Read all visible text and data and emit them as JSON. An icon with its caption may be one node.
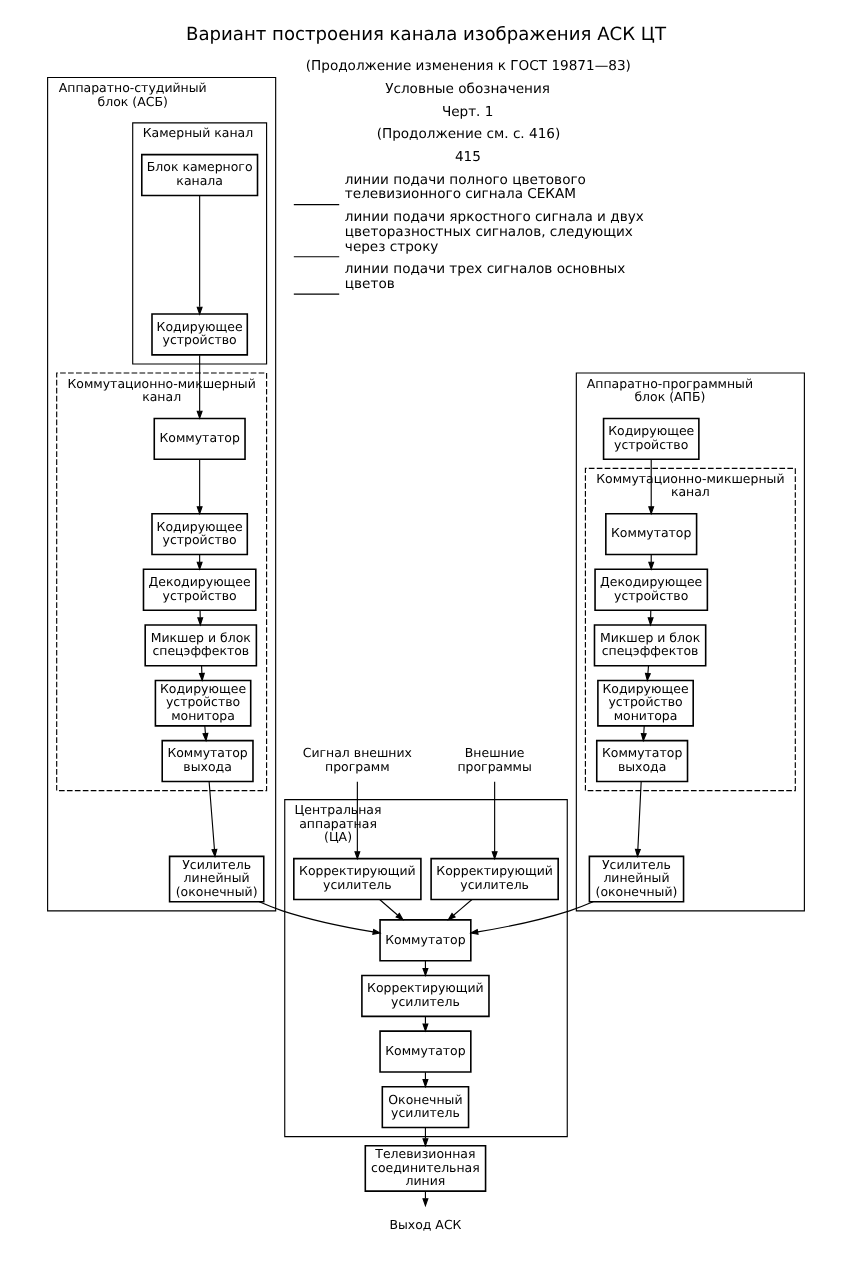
{
  "diagram": {
    "title": "Вариант построения канала изображения АСК ЦТ",
    "nodes": [
      {
        "text": [
          "Аппаратно-студийный блок (АСБ)"
        ]
      },
      {
        "text": [
          "Камерный канал"
        ],
        "in": 0
      },
      {
        "text": [
          "Блок камерного канала"
        ],
        "in": 1
      },
      {
        "text": [
          "Кодирующее устройство"
        ],
        "in": 1
      },
      {
        "text": [
          "Коммутационно-микшерный канал"
        ],
        "in": 0
      },
      {
        "text": [
          "Коммутатор"
        ],
        "in": 4
      },
      {
        "text": [
          "Кодирующее устройство"
        ],
        "in": 4
      },
      {
        "text": [
          "Декодирующее устройство"
        ],
        "in": 4
      },
      {
        "text": [
          "Микшер и блок спецэффектов"
        ],
        "in": 4
      },
      {
        "text": [
          "Кодирующее устройство монитора"
        ],
        "in": 4
      },
      {
        "text": [
          "Коммутатор выхода"
        ],
        "in": 4
      },
      {
        "text": [
          "Усилитель линейный (оконечный)"
        ],
        "in": 0
      },
      {
        "text": [
          "Центральная аппаратная (ЦА)"
        ]
      },
      {
        "text": [
          "Коммутатор"
        ],
        "in": 12
      },
      {
        "text": [
          "Корректирующий усилитель"
        ],
        "in": 12
      },
      {
        "text": [
          "Оконечный усилитель"
        ],
        "in": 12
      },
      {
        "text": [
          "Коммутатор"
        ],
        "in": 12
      },
      {
        "text": [
          "Корректирующий усилитель"
        ],
        "in": 12
      },
      {
        "text": [
          "Корректирующий усилитель"
        ],
        "in": 12
      },
      {
        "text": [
          "Телевизионная соединительная линия"
        ]
      },
      {
        "text": [
          "Выход АСК"
        ]
      },
      {
        "text": [
          "Сигнал внешних программ"
        ]
      },
      {
        "text": [
          "Внешние программы"
        ]
      },
      {
        "text": [
          "Аппаратно-программный блок (АПБ)"
        ]
      },
      {
        "text": [
          "Коммутационно-микшерный канал"
        ],
        "in": 23
      },
      {
        "text": [
          "Коммутатор"
        ],
        "in": 24
      },
      {
        "text": [
          "Декодирующее устройство"
        ],
        "in": 24
      },
      {
        "text": [
          "Микшер и блок спецэффектов"
        ],
        "in": 24
      },
      {
        "text": [
          "Кодирующее устройство монитора"
        ],
        "in": 24
      },
      {
        "text": [
          "Коммутатор выхода"
        ],
        "in": 24
      },
      {
        "text": [
          "Усилитель линейный (оконечный)"
        ],
        "in": 23
      },
      {
        "text": [
          "Кодирующее устройство"
        ],
        "in": 23
      }
    ],
    "edges": [
      {
        "from": 2,
        "to": 3,
        "arrow": "to"
      },
      {
        "from": 3,
        "to": 5,
        "arrow": "to"
      },
      {
        "from": 5,
        "to": 6,
        "arrow": "to"
      },
      {
        "from": 6,
        "to": 7,
        "arrow": "to"
      },
      {
        "from": 7,
        "to": 8,
        "arrow": "to"
      },
      {
        "from": 8,
        "to": 9,
        "arrow": "to"
      },
      {
        "from": 9,
        "to": 10,
        "arrow": "to"
      },
      {
        "from": 10,
        "to": 11,
        "arrow": "to"
      },
      {
        "from": 11,
        "to": 16,
        "arrow": "to"
      },
      {
        "from": 21,
        "to": 17,
        "arrow": "to"
      },
      {
        "from": 22,
        "to": 18,
        "arrow": "to"
      },
      {
        "from": 17,
        "to": 16,
        "arrow": "to"
      },
      {
        "from": 18,
        "to": 16,
        "arrow": "to"
      },
      {
        "from": 16,
        "to": 14,
        "arrow": "to"
      },
      {
        "from": 14,
        "to": 13,
        "arrow": "to"
      },
      {
        "from": 13,
        "to": 15,
        "arrow": "to"
      },
      {
        "from": 15,
        "to": 19,
        "arrow": "to"
      },
      {
        "from": 19,
        "to": 20,
        "arrow": "to"
      },
      {
        "from": 31,
        "to": 25,
        "arrow": "to"
      },
      {
        "from": 25,
        "to": 26,
        "arrow": "to"
      },
      {
        "from": 26,
        "to": 27,
        "arrow": "to"
      },
      {
        "from": 27,
        "to": 28,
        "arrow": "to"
      },
      {
        "from": 28,
        "to": 29,
        "arrow": "to"
      },
      {
        "from": 29,
        "to": 30,
        "arrow": "to"
      },
      {
        "from": 30,
        "to": 16,
        "arrow": "to"
      }
    ],
    "labels": [
      "(Продолжение изменения к ГОСТ 19871—83)",
      "Условные обозначения",
      "Черт. 1",
      "(Продолжение см. с. 416)",
      "415"
    ],
    "legend": [
      {
        "text": "линии подачи полного цветового телевизионного сигнала СЕКАМ"
      },
      {
        "text": "линии подачи яркостного сигнала и двух цветоразностных сигналов, следующих через строку"
      },
      {
        "text": "линии подачи трех сигналов основных цветов"
      }
    ]
  }
}
